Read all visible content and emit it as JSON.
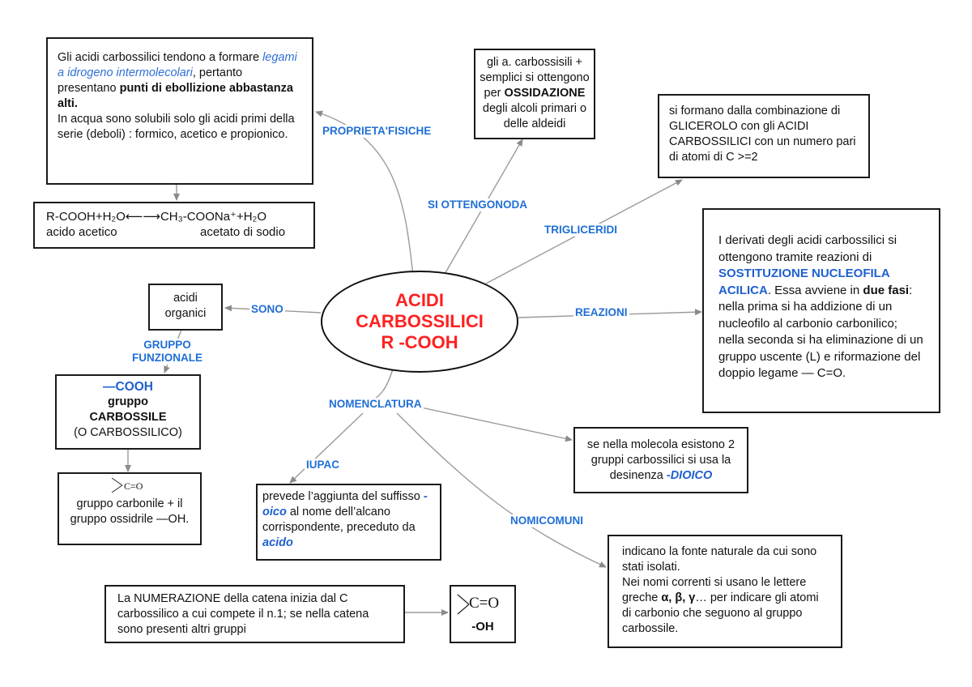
{
  "hub": {
    "line1": "ACIDI",
    "line2": "CARBOSSILICI",
    "line3": "R -COOH"
  },
  "labels": {
    "proprieta": "PROPRIETA'FISICHE",
    "si_ottengono": "SI OTTENGONODA",
    "trigliceridi": "TRIGLICERIDI",
    "reazioni": "REAZIONI",
    "sono": "SONO",
    "gruppo_funzionale_1": "GRUPPO",
    "gruppo_funzionale_2": "FUNZIONALE",
    "nomenclatura": "NOMENCLATURA",
    "iupac": "IUPAC",
    "nomi_comuni": "NOMICOMUNI"
  },
  "physical": {
    "t1": "Gli acidi carbossilici tendono a formare",
    "t2": "legami a idrogeno intermolecolari",
    "t3": ",",
    "t4": "pertanto presentano",
    "t5": "punti di ebollizione abbastanza alti.",
    "t6": "In acqua sono solubili solo gli acidi primi della serie (deboli) : formico, acetico e propionico."
  },
  "reaction": {
    "left": "R-COOH+H₂O",
    "arrow": "⟵⟶",
    "right": "CH₃-COONa⁺+H₂O",
    "name_left": "acido acetico",
    "name_right": "acetato di sodio"
  },
  "ossidazione": {
    "t1": "gli a. carbossisili + semplici si ottengono per",
    "t2": "OSSIDAZIONE",
    "t3": "degli alcoli primari o delle aldeidi"
  },
  "glicerolo": {
    "text": "si formano dalla combinazione di GLICEROLO con gli ACIDI CARBOSSILICI con un numero pari di atomi di C >=2"
  },
  "derivati": {
    "t1": "I derivati degli acidi carbossilici si ottengono tramite reazioni di",
    "t2": "SOSTITUZIONE NUCLEOFILA ACILICA",
    "t3": ". Essa avviene in",
    "t4": "due fasi",
    "t5": ": nella prima si ha addizione di un nucleofilo al carbonio carbonilico; nella seconda si ha eliminazione di un gruppo uscente (L) e riformazione del doppio legame — C=O."
  },
  "organici": {
    "text": "acidi organici"
  },
  "cooh": {
    "formula": "—COOH",
    "t1": "gruppo",
    "t2": "CARBOSSILE",
    "t3": "(O CARBOSSILICO)"
  },
  "carbonile": {
    "t1": "gruppo carbonile + il gruppo ossidrile —OH.",
    "symbol": "C=O"
  },
  "iupac": {
    "t1": "prevede l’aggiunta del suffisso",
    "t2": "-oico",
    "t3": "al nome dell’alcano corrispondente, preceduto da",
    "t4": "acido"
  },
  "dioico": {
    "t1": "se nella molecola esistono 2 gruppi carbossilici si usa la desinenza",
    "t2": "-DIOICO"
  },
  "comuni": {
    "t1": "indicano la fonte naturale da cui sono stati isolati.",
    "t2": "Nei nomi correnti si usano le lettere greche",
    "t3": "α, β, γ",
    "t4": "… per indicare gli atomi di carbonio che seguono al gruppo carbossile."
  },
  "numerazione": {
    "text": "La NUMERAZIONE della catena inizia dal C carbossilico a cui compete il n.1; se nella catena sono presenti altri gruppi"
  },
  "cooh_struct": {
    "symbol": "C=O",
    "oh": "-OH"
  }
}
